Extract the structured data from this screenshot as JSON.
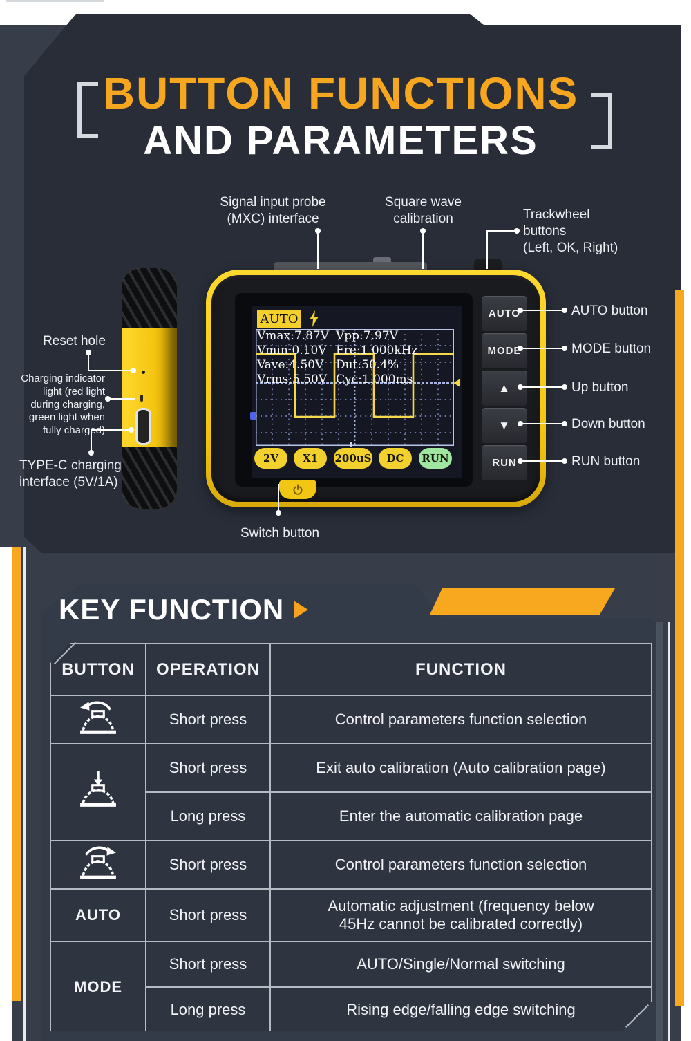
{
  "title": {
    "line1": "BUTTON FUNCTIONS",
    "line2": "AND PARAMETERS"
  },
  "callouts": {
    "signal_probe": "Signal input probe\n(MXC) interface",
    "square_wave": "Square wave\ncalibration",
    "trackwheel": "Trackwheel\nbuttons\n(Left, OK, Right)",
    "auto": "AUTO button",
    "mode": "MODE button",
    "up": "Up button",
    "down": "Down button",
    "run": "RUN button",
    "reset_hole": "Reset hole",
    "charging_indicator": "Charging indicator\nlight (red light\nduring charging,\ngreen light when\nfully charged)",
    "type_c": "TYPE-C charging\ninterface (5V/1A)",
    "switch": "Switch button"
  },
  "device": {
    "screen": {
      "status_tab": "AUTO",
      "bolt_icon": "lightning-bolt",
      "meas_left": [
        "Vmax:7.87V",
        "Vmin:0.10V",
        "Vave:4.50V",
        "Vrms:5.50V"
      ],
      "meas_right": [
        "Vpp:7.97V",
        "Fre:1.000kHz",
        "Dut:50.4%",
        "Cyc:1.000ms"
      ],
      "pills": [
        {
          "label": "2V"
        },
        {
          "label": "X1"
        },
        {
          "label": "200uS"
        },
        {
          "label": "DC"
        },
        {
          "label": "RUN"
        }
      ]
    },
    "buttons": [
      "AUTO",
      "MODE",
      "▲",
      "▼",
      "RUN"
    ]
  },
  "key_function": {
    "heading": "KEY FUNCTION",
    "table": {
      "headers": [
        "BUTTON",
        "OPERATION",
        "FUNCTION"
      ],
      "groups": [
        {
          "button_icon": "trackwheel-rotate-left",
          "ops": [
            {
              "operation": "Short press",
              "function": "Control parameters function selection"
            }
          ]
        },
        {
          "button_icon": "trackwheel-press",
          "ops": [
            {
              "operation": "Short press",
              "function": "Exit auto calibration (Auto calibration page)"
            },
            {
              "operation": "Long press",
              "function": "Enter the automatic calibration page"
            }
          ]
        },
        {
          "button_icon": "trackwheel-rotate-right",
          "ops": [
            {
              "operation": "Short press",
              "function": "Control parameters function selection"
            }
          ]
        },
        {
          "button_label": "AUTO",
          "ops": [
            {
              "operation": "Short press",
              "function": "Automatic adjustment (frequency below 45Hz cannot be calibrated correctly)"
            }
          ]
        },
        {
          "button_label": "MODE",
          "ops": [
            {
              "operation": "Short press",
              "function": "AUTO/Single/Normal switching"
            },
            {
              "operation": "Long press",
              "function": "Rising edge/falling edge switching"
            }
          ]
        }
      ]
    }
  },
  "colors": {
    "accent_orange": "#f7a61f",
    "device_yellow": "#f2c411",
    "pill_yellow": "#f2d12f",
    "pill_green": "#9fe6a0",
    "trace_yellow": "#f6d84a",
    "grid_blue": "#8899cf",
    "panel_dark": "#2e3440"
  }
}
